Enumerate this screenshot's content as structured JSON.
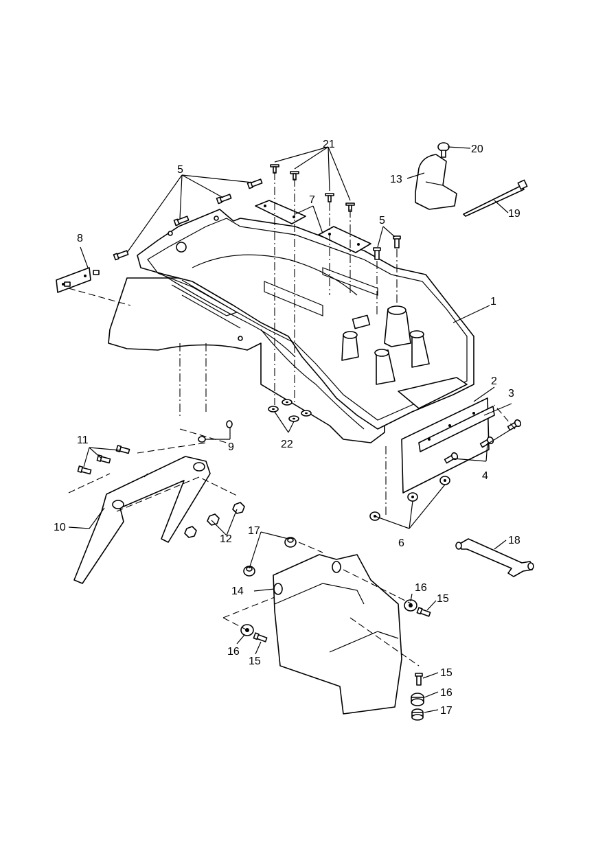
{
  "callouts": [
    {
      "id": "c1",
      "text": "1"
    },
    {
      "id": "c2",
      "text": "2"
    },
    {
      "id": "c3",
      "text": "3"
    },
    {
      "id": "c4",
      "text": "4"
    },
    {
      "id": "c5a",
      "text": "5"
    },
    {
      "id": "c5b",
      "text": "5"
    },
    {
      "id": "c6",
      "text": "6"
    },
    {
      "id": "c7",
      "text": "7"
    },
    {
      "id": "c8",
      "text": "8"
    },
    {
      "id": "c9",
      "text": "9"
    },
    {
      "id": "c10",
      "text": "10"
    },
    {
      "id": "c11",
      "text": "11"
    },
    {
      "id": "c12",
      "text": "12"
    },
    {
      "id": "c13",
      "text": "13"
    },
    {
      "id": "c14",
      "text": "14"
    },
    {
      "id": "c15a",
      "text": "15"
    },
    {
      "id": "c15b",
      "text": "15"
    },
    {
      "id": "c15c",
      "text": "15"
    },
    {
      "id": "c16a",
      "text": "16"
    },
    {
      "id": "c16b",
      "text": "16"
    },
    {
      "id": "c16c",
      "text": "16"
    },
    {
      "id": "c17a",
      "text": "17"
    },
    {
      "id": "c17b",
      "text": "17"
    },
    {
      "id": "c18",
      "text": "18"
    },
    {
      "id": "c19",
      "text": "19"
    },
    {
      "id": "c20",
      "text": "20"
    },
    {
      "id": "c21",
      "text": "21"
    },
    {
      "id": "c22",
      "text": "22"
    }
  ]
}
